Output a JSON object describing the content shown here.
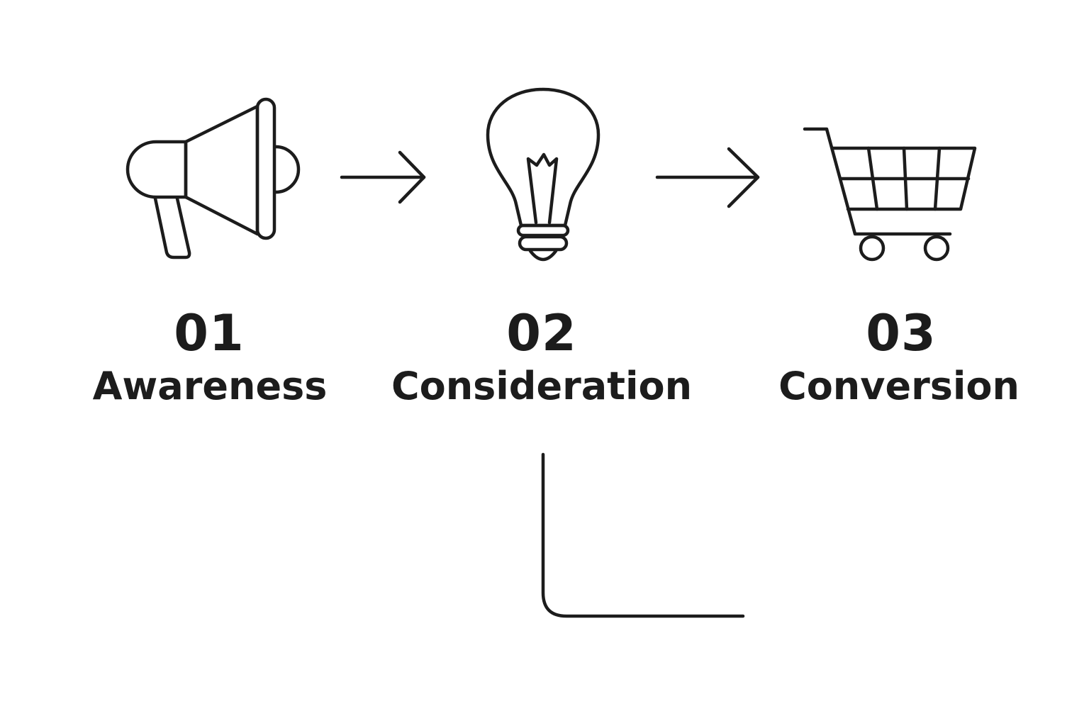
{
  "stroke_color": "#1c1c1c",
  "background_color": "#ffffff",
  "steps": [
    {
      "number": "01",
      "label": "Awareness",
      "icon": "megaphone-icon"
    },
    {
      "number": "02",
      "label": "Consideration",
      "icon": "lightbulb-icon"
    },
    {
      "number": "03",
      "label": "Conversion",
      "icon": "shopping-cart-icon"
    }
  ],
  "connectors": [
    {
      "from": "01",
      "to": "02",
      "icon": "arrow-right-icon"
    },
    {
      "from": "02",
      "to": "03",
      "icon": "arrow-right-icon"
    }
  ]
}
